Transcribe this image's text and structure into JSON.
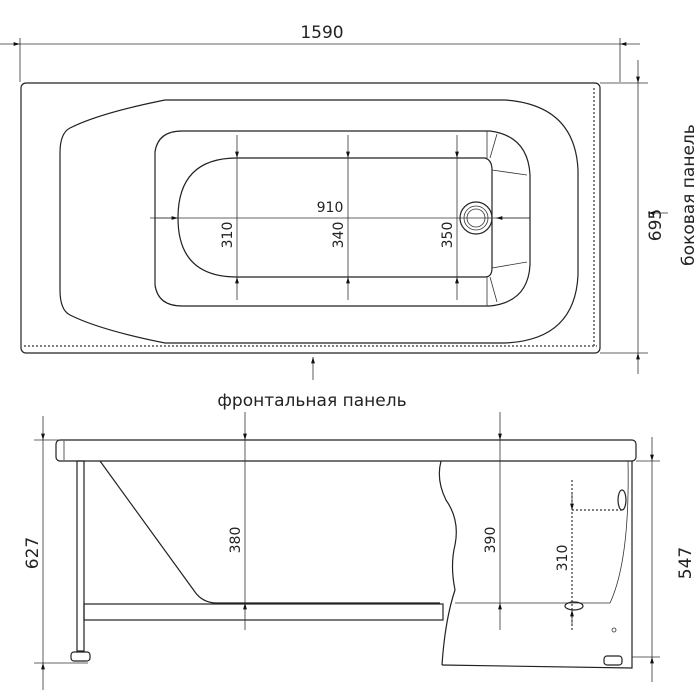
{
  "top_view": {
    "overall_length": "1590",
    "overall_width": "695",
    "basin_length": "910",
    "width_head": "310",
    "width_middle": "340",
    "width_drain": "350",
    "side_panel_label": "боковая панель",
    "front_panel_label": "фронтальная панель"
  },
  "side_view": {
    "total_height": "627",
    "tub_height": "547",
    "depth_head": "380",
    "depth_drain": "390",
    "overflow_height": "310"
  }
}
